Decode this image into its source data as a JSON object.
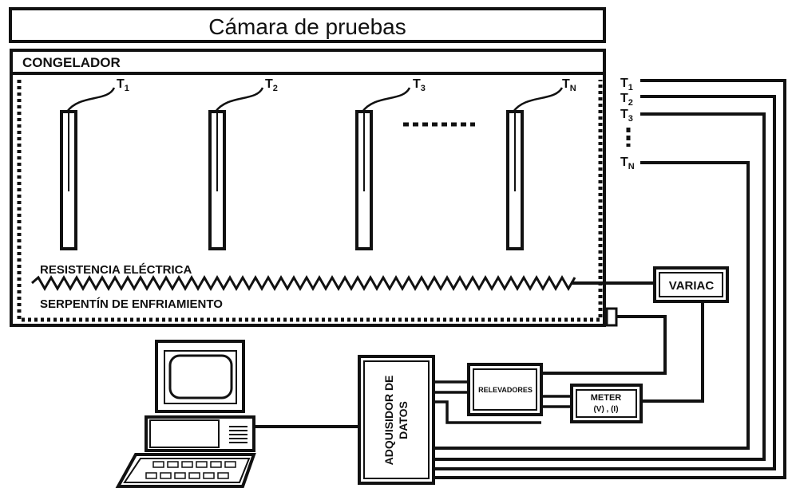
{
  "title": "Cámara de pruebas",
  "freezer_label": "CONGELADOR",
  "probes": [
    {
      "letter": "T",
      "sub": "1"
    },
    {
      "letter": "T",
      "sub": "2"
    },
    {
      "letter": "T",
      "sub": "3"
    },
    {
      "letter": "T",
      "sub": "N"
    }
  ],
  "resistance_label": "RESISTENCIA ELÉCTRICA",
  "coil_label": "SERPENTÍN DE ENFRIAMIENTO",
  "variac_label": "VARIAC",
  "relays_label": "RELEVADORES",
  "meter_label_1": "METER",
  "meter_label_2": "(V) , (I)",
  "daq_label_1": "ADQUISIDOR DE",
  "daq_label_2": "DATOS",
  "colors": {
    "ink": "#111111",
    "background": "#ffffff"
  }
}
